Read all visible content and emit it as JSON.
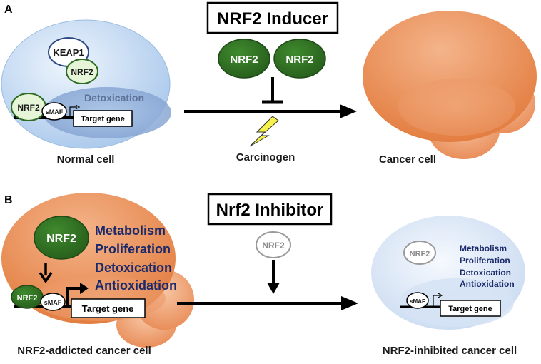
{
  "panel_a": {
    "label": "A",
    "inducer_box": "NRF2 Inducer",
    "inducer_nrf2_left": "NRF2",
    "inducer_nrf2_right": "NRF2",
    "normal_cell": {
      "keap1": "KEAP1",
      "nrf2_bound": "NRF2",
      "nrf2_dna": "NRF2",
      "smaf": "sMAF",
      "detox": "Detoxication",
      "target_gene": "Target gene",
      "caption": "Normal cell"
    },
    "carcinogen": "Carcinogen",
    "cancer_cell_caption": "Cancer cell"
  },
  "panel_b": {
    "label": "B",
    "inhibitor_box": "Nrf2 Inhibitor",
    "inhibitor_nrf2": "NRF2",
    "addicted": {
      "nrf2_big": "NRF2",
      "nrf2_dna": "NRF2",
      "smaf": "sMAF",
      "target_gene": "Target gene",
      "functions": [
        "Metabolism",
        "Proliferation",
        "Detoxication",
        "Antioxidation"
      ],
      "caption": "NRF2-addicted cancer cell"
    },
    "inhibited": {
      "nrf2": "NRF2",
      "smaf": "sMAF",
      "target_gene": "Target gene",
      "functions": [
        "Metabolism",
        "Proliferation",
        "Detoxication",
        "Antioxidation"
      ],
      "caption": "NRF2-inhibited cancer cell"
    }
  },
  "colors": {
    "nrf2_green": "#2e6b22",
    "nrf2_light": "#e6f5d8",
    "cancer_orange": "#e8874e",
    "normal_blue": "#bcd5ef",
    "function_navy": "#1b2a6b",
    "carcinogen_yellow": "#f5f04a"
  }
}
